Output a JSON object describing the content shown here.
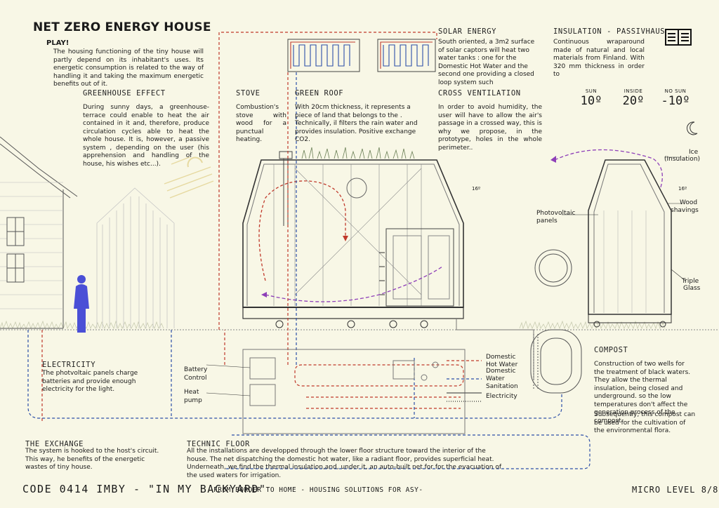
{
  "header": {
    "title": "NET ZERO ENERGY HOUSE",
    "play": "PLAY!",
    "play_text": "The housing functioning of the tiny house will partly depend on its inhabitant's uses. Its energetic consumption is related to the way of handling it and taking the maximum energetic benefits out of it."
  },
  "sections": {
    "greenhouse": {
      "title": "GREENHOUSE EFFECT",
      "text": "During sunny days, a greenhouse-terrace could enable to heat the air contained in it and, therefore, produce circulation cycles able to heat the whole house. It is, however, a passive system , depending on the user (his apprehension and handling of the house, his wishes etc...)."
    },
    "stove": {
      "title": "STOVE",
      "text": "Combustion's stove with wood for a punctual heating."
    },
    "green_roof": {
      "title": "GREEN ROOF",
      "text": "With 20cm thickness, it represents a piece of land that belongs to the . Technically, il filters the rain water and provides insulation. Positive exchange CO2."
    },
    "solar": {
      "title": "SOLAR ENERGY",
      "text": "South oriented, a 3m2 surface of solar captors will heat two water tanks : one for the Domestic Hot Water and the second one providing a closed loop system such"
    },
    "insulation": {
      "title": "INSULATION - PASSIVHAUS",
      "text": "Continuous wraparound made of natural and local materials from Finland. With 320 mm thickness in order to"
    },
    "cross_vent": {
      "title": "CROSS VENTILATION",
      "text": "In order to avoid humidity, the user will have to allow the air's passage in a crossed way, this is why we propose, in the prototype, holes in the whole perimeter.."
    },
    "electricity": {
      "title": "ELECTRICITY",
      "text": "The photvoltaic panels charge batteries and provide enough electricity for the light."
    },
    "exchange": {
      "title": "THE EXCHANGE",
      "text": "The system is hooked to the host's circuit. This way, he benefits of the energetic wastes of tiny house."
    },
    "technic": {
      "title": "TECHNIC FLOOR",
      "text": "All the installations are developped through the lower floor structure toward the interior of the house. The net dispatching the domestic hot water, like a radiant floor, provides superficial heat. Underneath, we find the thermal insulation,and, under it, an auto-built net for for the evacuation of the used waters for irrigation."
    },
    "compost": {
      "title": "COMPOST",
      "text": "Construction of two wells for the treatment of black waters. They allow the thermal insulation, being closed and underground. so the low temperatures don't affect the generation process of the compost.",
      "text2": "Subsequently, this compost can be used for the cultivation of the environmental flora."
    }
  },
  "temps": [
    {
      "label": "SUN",
      "value": "10º"
    },
    {
      "label": "INSIDE",
      "value": "20º"
    },
    {
      "label": "NO SUN",
      "value": "-10º"
    }
  ],
  "labels": {
    "battery": "Battery",
    "control": "Control",
    "heat": "Heat",
    "pump": "pump",
    "angle1": "16º",
    "angle2": "16º",
    "ice": "Ice",
    "ice_sub": "(Insulation)",
    "wood": "Wood",
    "wood_sub": "shavings",
    "pv": "Photovoltaic",
    "pv_sub": "panels",
    "triple": "Triple",
    "triple_sub": "Glass"
  },
  "legend": [
    {
      "line1": "Domestic",
      "line2": "Hot Water",
      "color": "#c0392b",
      "style": "dashed"
    },
    {
      "line1": "Domestic",
      "line2": "Water",
      "color": "#2c4fa8",
      "style": "dashed"
    },
    {
      "line1": "Sanitation",
      "line2": "",
      "color": "#555555",
      "style": "solid"
    },
    {
      "line1": "Electricity",
      "line2": "",
      "color": "#333333",
      "style": "dotted"
    }
  ],
  "footer": {
    "left": "CODE 0414 IMBY - \"IN MY BACKYARD\"",
    "middle": "FROM BORDER TO HOME - HOUSING SOLUTIONS FOR ASY-",
    "right": "MICRO LEVEL 8/8"
  },
  "colors": {
    "background": "#f8f7e6",
    "hot": "#c0392b",
    "cold": "#2c4fa8",
    "person": "#4a4fd6",
    "vent": "#8e3fb8",
    "sun": "#e6d9a0"
  },
  "icons": {
    "book": "book-icon"
  }
}
